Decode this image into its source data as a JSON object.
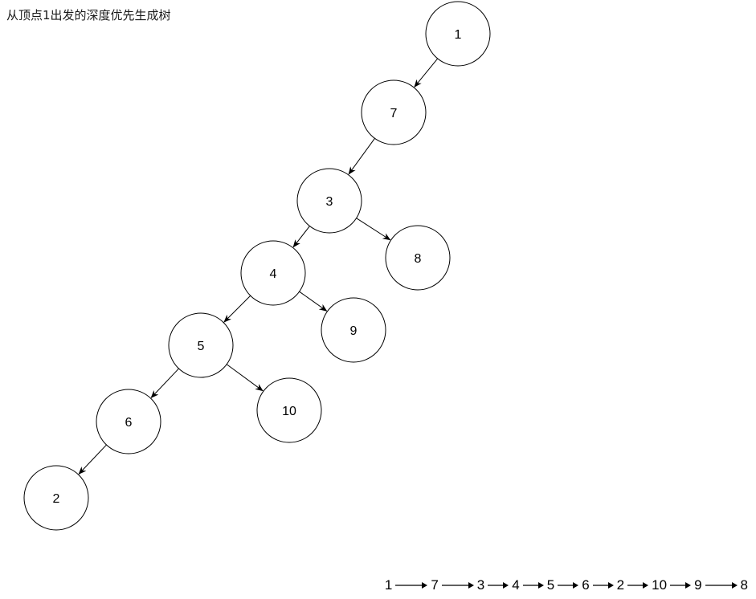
{
  "title": "从顶点1出发的深度优先生成树",
  "nodes": {
    "n1": "1",
    "n7": "7",
    "n3": "3",
    "n8": "8",
    "n4": "4",
    "n9": "9",
    "n5": "5",
    "n10": "10",
    "n6": "6",
    "n2": "2"
  },
  "edges": [
    [
      "n1",
      "n7"
    ],
    [
      "n7",
      "n3"
    ],
    [
      "n3",
      "n4"
    ],
    [
      "n3",
      "n8"
    ],
    [
      "n4",
      "n5"
    ],
    [
      "n4",
      "n9"
    ],
    [
      "n5",
      "n6"
    ],
    [
      "n5",
      "n10"
    ],
    [
      "n6",
      "n2"
    ]
  ],
  "order": {
    "items": [
      "1",
      "7",
      "3",
      "4",
      "5",
      "6",
      "2",
      "10",
      "9",
      "8"
    ],
    "arrow": "→"
  }
}
